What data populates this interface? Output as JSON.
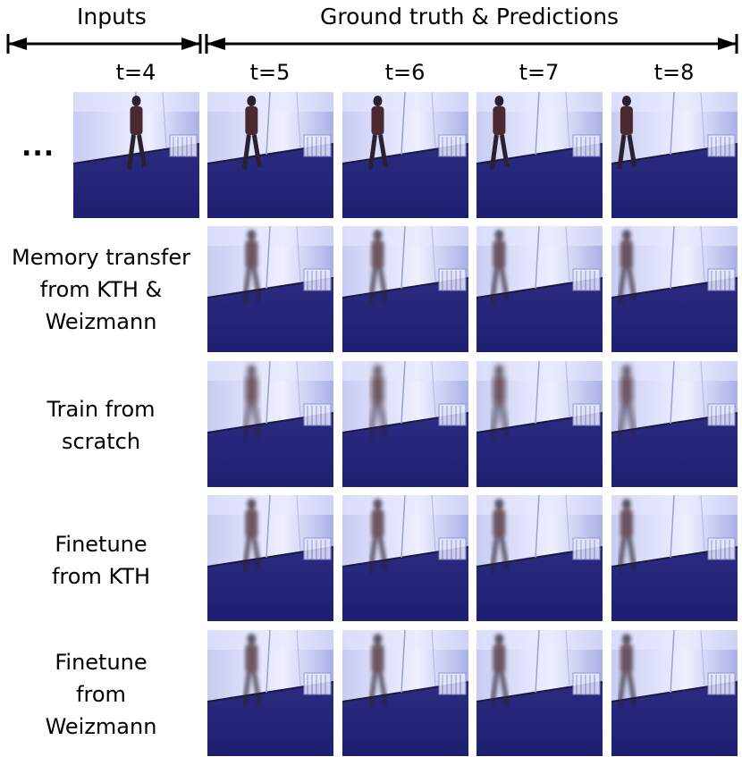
{
  "header": {
    "inputs_label": "Inputs",
    "gt_label": "Ground truth & Predictions"
  },
  "time_labels": [
    "t=4",
    "t=5",
    "t=6",
    "t=7",
    "t=8"
  ],
  "ellipsis": "...",
  "rows": [
    {
      "kind": "ground-truth",
      "label_lines": []
    },
    {
      "kind": "prediction",
      "label_lines": [
        "Memory transfer",
        "from KTH &",
        "Weizmann"
      ]
    },
    {
      "kind": "prediction",
      "label_lines": [
        "Train from",
        "scratch"
      ]
    },
    {
      "kind": "prediction",
      "label_lines": [
        "Finetune",
        "from KTH"
      ]
    },
    {
      "kind": "prediction",
      "label_lines": [
        "Finetune",
        "from",
        "Weizmann"
      ]
    }
  ],
  "colors": {
    "floor": "#1f1f72",
    "wall": "#c8ccf2",
    "wall_bright": "#eef0ff",
    "person": "#2a2030",
    "text": "#000000"
  }
}
